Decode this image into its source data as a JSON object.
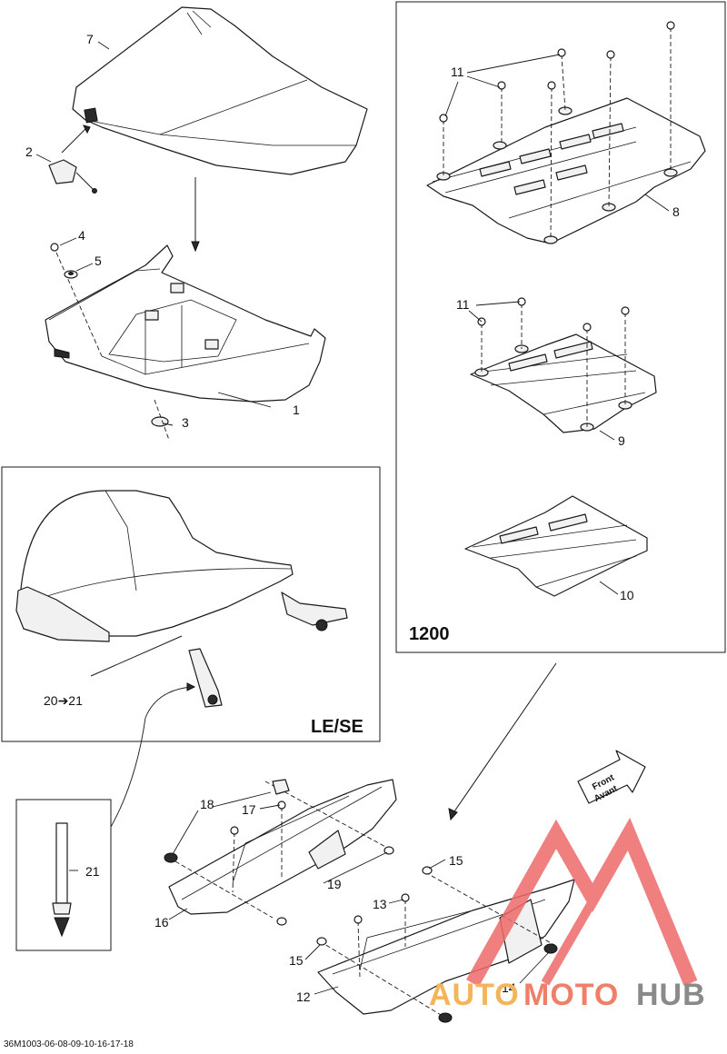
{
  "diagram": {
    "callouts": {
      "c1": "1",
      "c2": "2",
      "c3": "3",
      "c4": "4",
      "c5": "5",
      "c7": "7",
      "c8": "8",
      "c9": "9",
      "c10": "10",
      "c11a": "11",
      "c11b": "11",
      "c12": "12",
      "c13": "13",
      "c14": "14",
      "c15a": "15",
      "c15b": "15",
      "c16": "16",
      "c17": "17",
      "c18": "18",
      "c19": "19",
      "c20": "20➔21",
      "c21": "21"
    },
    "boxes": {
      "engine_box_label": "1200",
      "trim_box_label": "LE/SE"
    },
    "front_arrow": {
      "line1": "Front",
      "line2": "Avant"
    },
    "footer_code": "36M1003-06-08-09-10-16-17-18"
  },
  "watermark": {
    "part1": "AUTO",
    "part2": "MOTO",
    "part3": "HUB",
    "colors": {
      "triangle": "#ee6b6b",
      "auto": "#f4b45a",
      "moto": "#f07f6a",
      "hub": "#8a8a8a"
    }
  }
}
